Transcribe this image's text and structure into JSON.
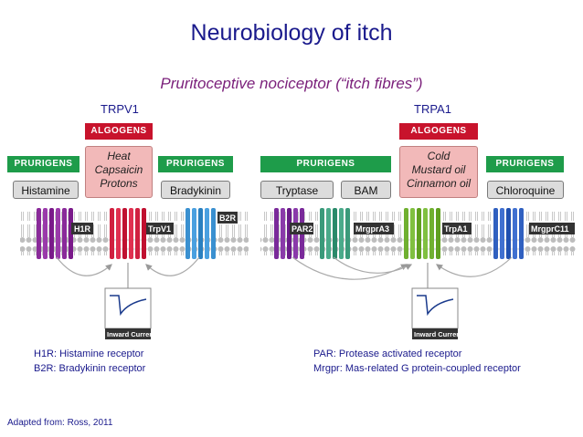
{
  "title": "Neurobiology of itch",
  "subtitle": "Pruritoceptive nociceptor (“itch fibres”)",
  "left": {
    "channel": "TRPV1",
    "algogens_tag": "ALGOGENS",
    "prurigens_tag_a": "PRURIGENS",
    "prurigens_tag_b": "PRURIGENS",
    "algogens": [
      "Heat",
      "Capsaicin",
      "Protons"
    ],
    "pill_a": "Histamine",
    "pill_b": "Bradykinin",
    "receptors": [
      "H1R",
      "TrpV1",
      "B2R"
    ],
    "current_label": "Inward Current",
    "defs": [
      "H1R: Histamine receptor",
      "B2R: Bradykinin receptor"
    ]
  },
  "right": {
    "channel": "TRPA1",
    "algogens_tag": "ALGOGENS",
    "prurigens_tag_a": "PRURIGENS",
    "prurigens_tag_b": "PRURIGENS",
    "algogens": [
      "Cold",
      "Mustard oil",
      "Cinnamon oil"
    ],
    "pill_a": "Tryptase",
    "pill_b": "BAM",
    "pill_c": "Chloroquine",
    "receptors": [
      "PAR2",
      "MrgprA3",
      "TrpA1",
      "MrgprC11"
    ],
    "current_label": "Inward Current",
    "defs": [
      "PAR: Protease activated receptor",
      "Mrgpr: Mas-related G protein-coupled receptor"
    ]
  },
  "credit": "Adapted from: Ross, 2011",
  "colors": {
    "title": "#1a1a8c",
    "subtitle": "#7a1f7a",
    "algogens": "#c8132c",
    "prurigens": "#1e9c4a",
    "h1r": "#8a2a9a",
    "trpv1": "#d02040",
    "b2r": "#3a90d0",
    "par2": "#7a2a9a",
    "mrgpra3": "#3a9a7a",
    "trpa1": "#70b030",
    "mrgprc11": "#3060c0"
  }
}
